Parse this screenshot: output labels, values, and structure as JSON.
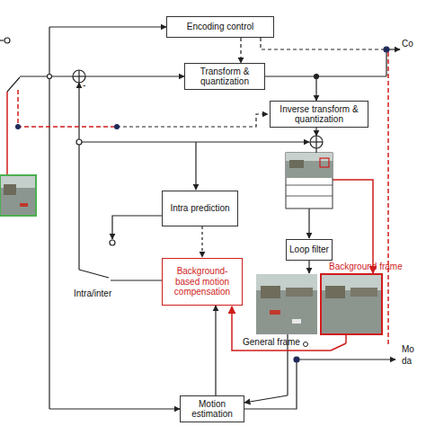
{
  "diagram": {
    "nodes": [
      {
        "text": [
          "Encoding control"
        ]
      },
      {
        "text": [
          "Transform & quantization"
        ]
      },
      {
        "text": [
          "Inverse transform & quantization"
        ]
      },
      {
        "text": [
          "Intra prediction"
        ]
      },
      {
        "text": [
          "Loop filter"
        ]
      },
      {
        "text": [
          "Background-based motion compensation"
        ]
      },
      {
        "text": [
          "Motion estimation"
        ]
      }
    ],
    "edges": [
      {
        "from": 0,
        "to": 1,
        "arrow": "to"
      },
      {
        "from": 1,
        "to": 2,
        "arrow": "to"
      },
      {
        "from": 6,
        "to": 5,
        "arrow": "to"
      }
    ],
    "labels": [
      "Co",
      "-",
      "Intra/inter",
      "Background frame",
      "General frame",
      "Mo",
      "da"
    ]
  }
}
